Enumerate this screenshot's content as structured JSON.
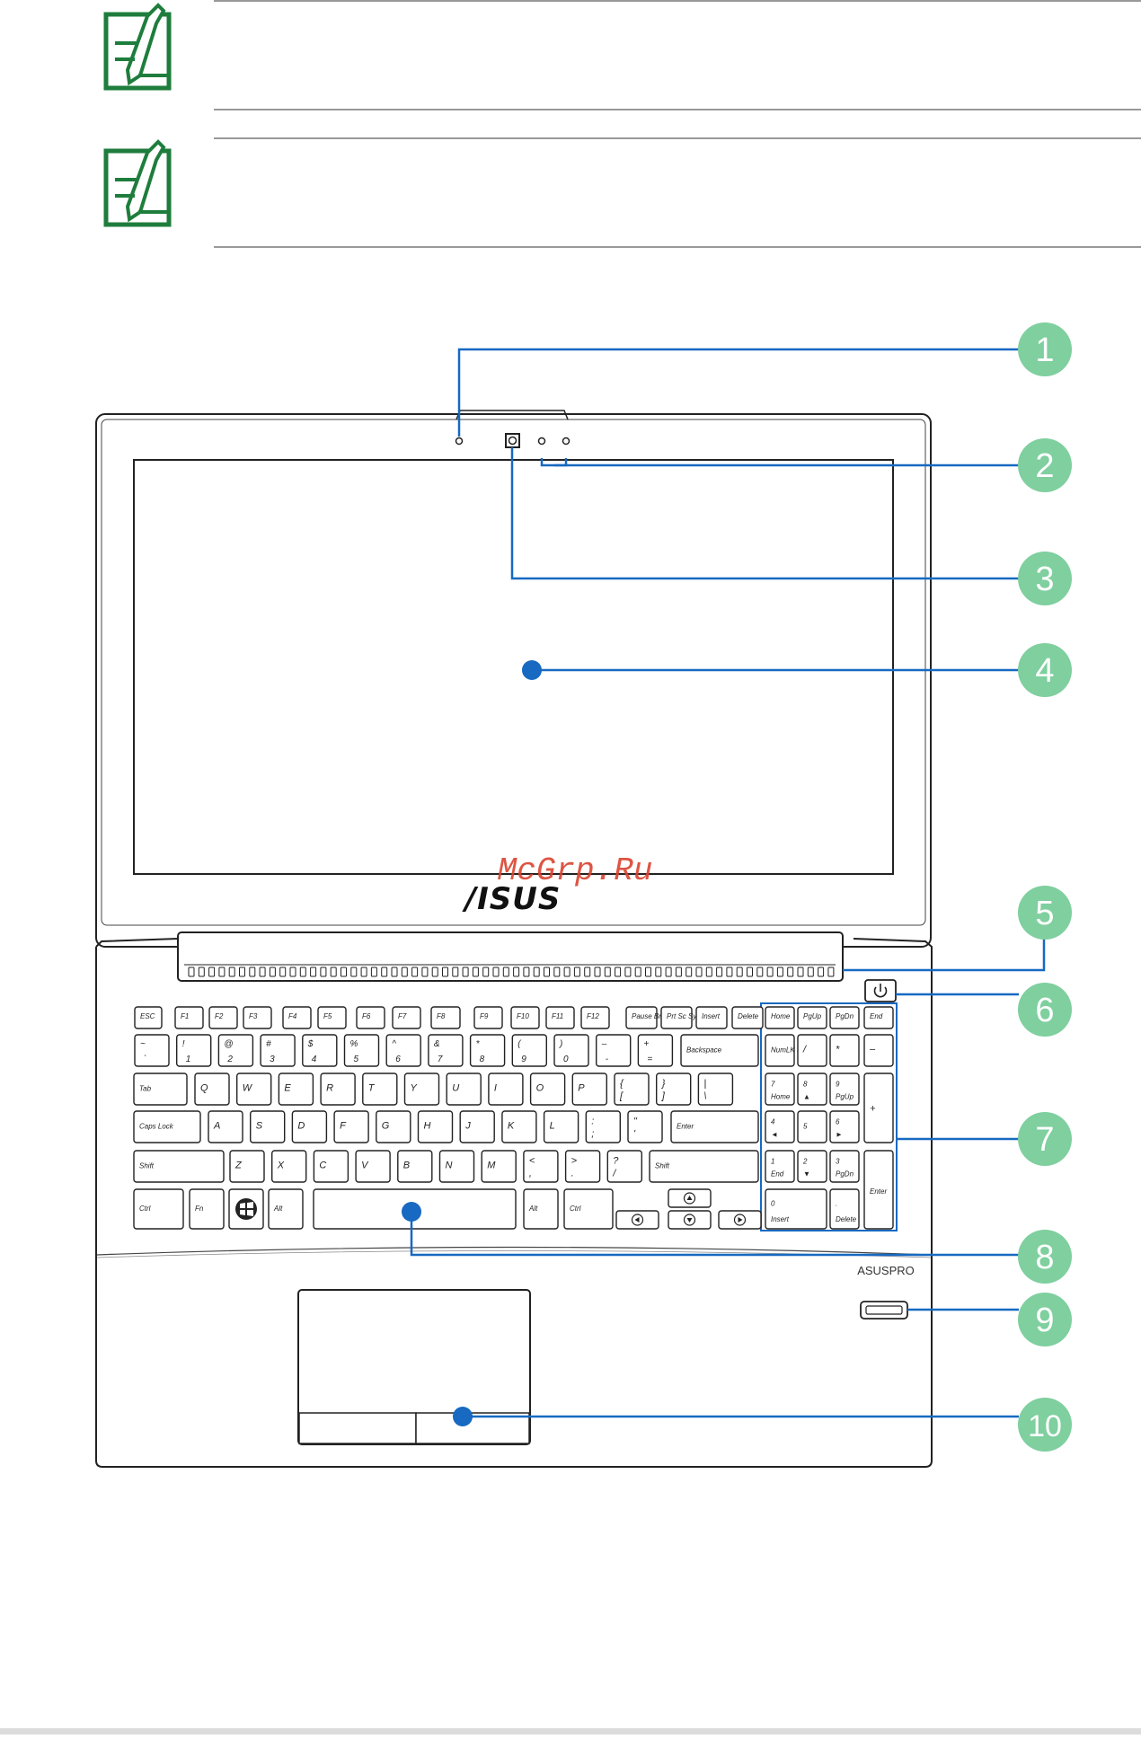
{
  "watermark": "McGrp.Ru",
  "lid_logo": "/ISUS",
  "brand_label": "ASUSPRO",
  "callouts": [
    "1",
    "2",
    "3",
    "4",
    "5",
    "6",
    "7",
    "8",
    "9",
    "10"
  ],
  "colors": {
    "note_green": "#1e7d3c",
    "callout_green": "#7fcf9f",
    "leader_blue": "#1769c1",
    "watermark_red": "#d9432f",
    "line": "#222222"
  },
  "keys": {
    "fn_row": [
      "ESC",
      "F1",
      "F2",
      "F3",
      "F4",
      "F5",
      "F6",
      "F7",
      "F8",
      "F9",
      "F10",
      "F11",
      "F12",
      "Pause Break",
      "Prt Sc SysRq",
      "Insert",
      "Delete"
    ],
    "num_row": [
      [
        "~",
        "`"
      ],
      [
        "!",
        "1"
      ],
      [
        "@",
        "2"
      ],
      [
        "#",
        "3"
      ],
      [
        "$",
        "4"
      ],
      [
        "%",
        "5"
      ],
      [
        "^",
        "6"
      ],
      [
        "&",
        "7"
      ],
      [
        "*",
        "8"
      ],
      [
        "(",
        "9"
      ],
      [
        ")",
        "0"
      ],
      [
        "–",
        "-"
      ],
      [
        "+",
        "="
      ],
      [
        "Backspace",
        ""
      ]
    ],
    "q_row": [
      "Tab",
      "Q",
      "W",
      "E",
      "R",
      "T",
      "Y",
      "U",
      "I",
      "O",
      "P",
      "{ [",
      "} ]",
      "| \\"
    ],
    "a_row": [
      "Caps Lock",
      "A",
      "S",
      "D",
      "F",
      "G",
      "H",
      "J",
      "K",
      "L",
      ": ;",
      "\" '",
      "Enter"
    ],
    "z_row": [
      "Shift",
      "Z",
      "X",
      "C",
      "V",
      "B",
      "N",
      "M",
      "< ,",
      "> .",
      "? /",
      "Shift"
    ],
    "bottom_row": [
      "Ctrl",
      "Fn",
      "",
      "Alt",
      "",
      "Alt",
      "Ctrl"
    ],
    "numpad": [
      [
        "Home",
        "PgUp",
        "PgDn",
        "End"
      ],
      [
        "NumLK Scr LK",
        "/",
        "*",
        "–"
      ],
      [
        "7 Home",
        "8 ▲",
        "9 PgUp",
        "+"
      ],
      [
        "4 ◄",
        "5",
        "6 ►",
        ""
      ],
      [
        "1 End",
        "2 ▼",
        "3 PgDn",
        "Enter"
      ],
      [
        "0 Insert",
        ". Delete",
        "",
        ""
      ]
    ]
  }
}
